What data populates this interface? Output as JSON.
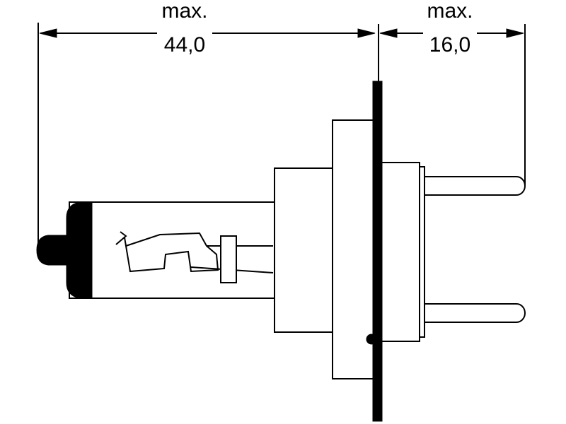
{
  "dimensions": {
    "overall_length": {
      "label": "max.",
      "value": "44,0"
    },
    "pin_length": {
      "label": "max.",
      "value": "16,0"
    }
  },
  "colors": {
    "line": "#000000",
    "background": "#ffffff"
  }
}
